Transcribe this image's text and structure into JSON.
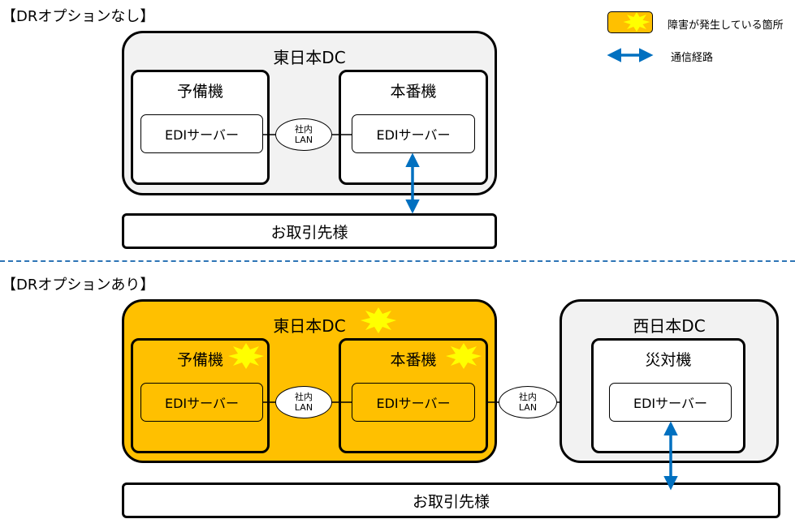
{
  "colors": {
    "fault_fill": "#ffc000",
    "dc_fill": "#f2f2f2",
    "arrow": "#0070c0",
    "divider": "#2e75b6",
    "burst": "#ffff00"
  },
  "top": {
    "title": "【DRオプションなし】",
    "dc_label": "東日本DC",
    "standby_label": "予備機",
    "primary_label": "本番機",
    "server_label": "EDIサーバー",
    "lan_line1": "社内",
    "lan_line2": "LAN",
    "client_label": "お取引先様"
  },
  "bottom": {
    "title": "【DRオプションあり】",
    "east_dc_label": "東日本DC",
    "standby_label": "予備機",
    "primary_label": "本番機",
    "west_dc_label": "西日本DC",
    "disaster_label": "災対機",
    "server_label": "EDIサーバー",
    "lan_line1": "社内",
    "lan_line2": "LAN",
    "client_label": "お取引先様"
  },
  "legend": {
    "fault_label": "障害が発生している箇所",
    "route_label": "通信経路"
  }
}
